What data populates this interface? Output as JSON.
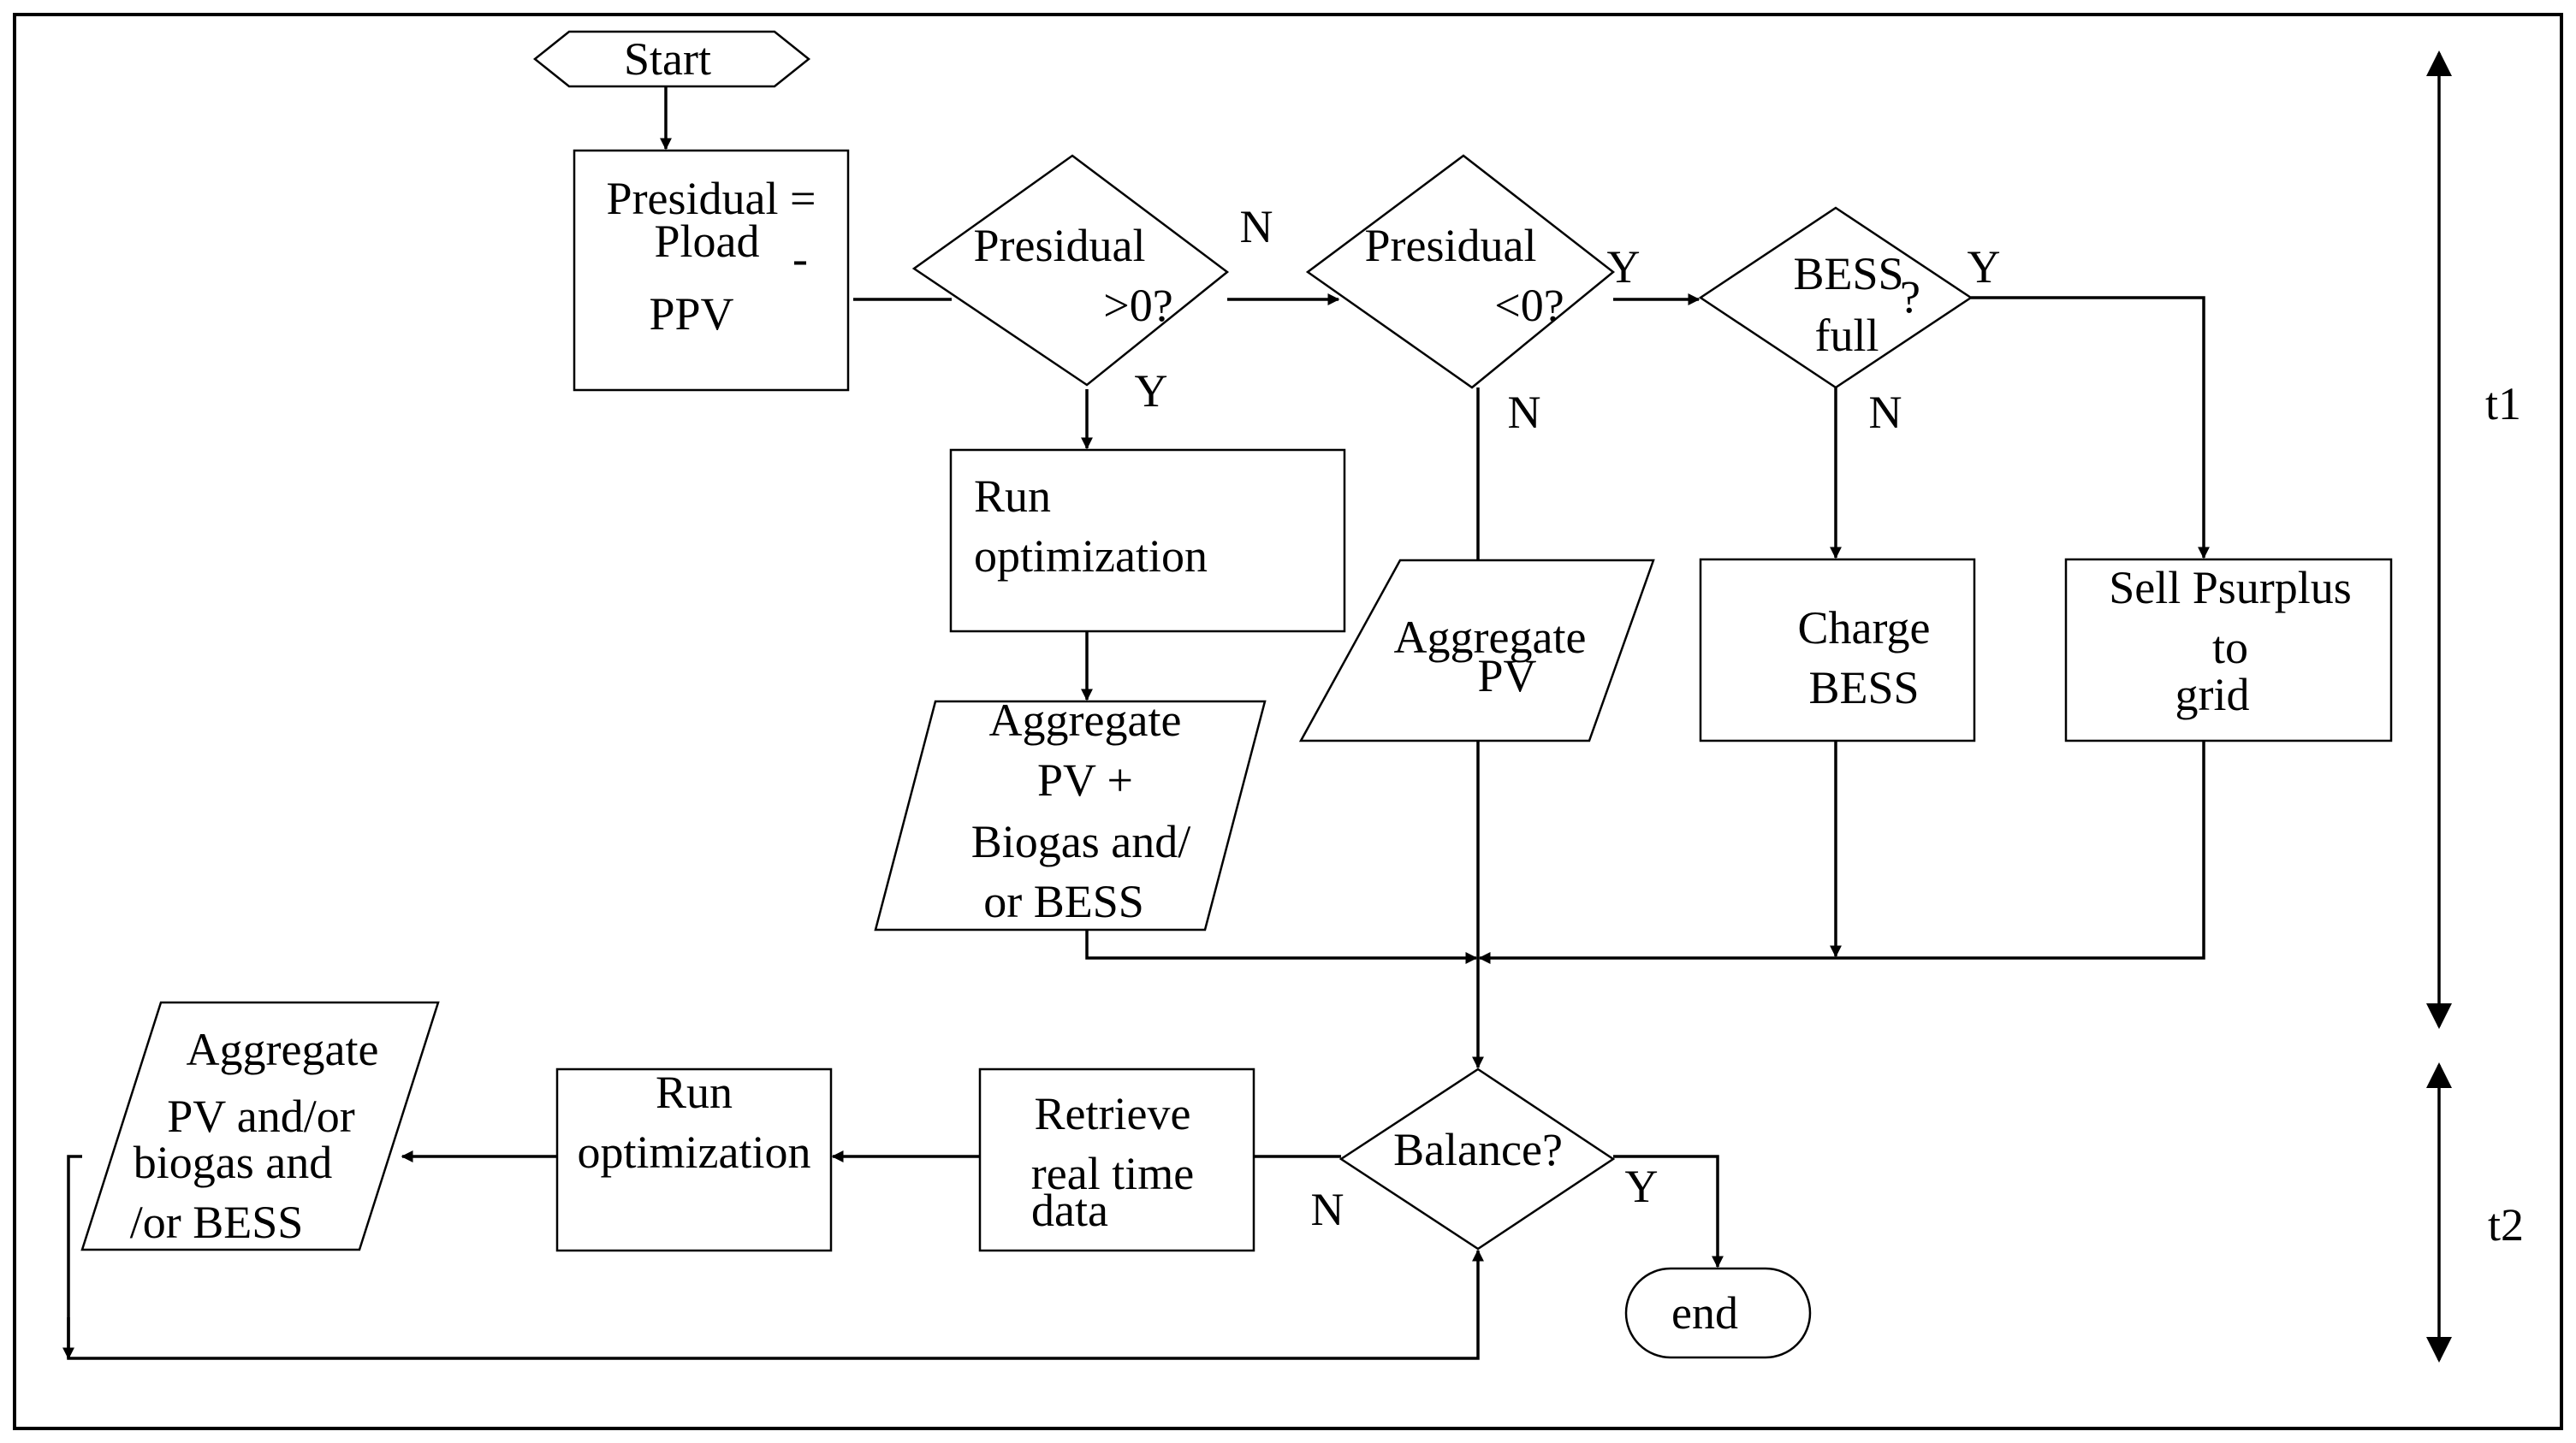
{
  "flowchart": {
    "start": "Start",
    "residual_box": {
      "line1": "Presidual  =",
      "line2": "Pload",
      "minus": "-",
      "line3": "PPV"
    },
    "decision_positive": {
      "line1": "Presidual",
      "line2": ">0?"
    },
    "decision_negative": {
      "line1": "Presidual",
      "line2": "<0?"
    },
    "decision_bess_full": {
      "line1": "BESS",
      "qmark": "?",
      "line2": "full"
    },
    "run_optimization_top": {
      "line1": "Run",
      "line2": "optimization"
    },
    "aggregate_pv_biogas_bess": {
      "line1": "Aggregate",
      "line2": "PV +",
      "line3": "Biogas and/",
      "line4": "or BESS"
    },
    "aggregate_pv": {
      "line1": "Aggregate",
      "line2": "PV"
    },
    "charge_bess": {
      "line1": "Charge",
      "line2": "BESS"
    },
    "sell_surplus": {
      "line1": "Sell Psurplus",
      "line2": "to",
      "line3": "grid"
    },
    "decision_balance": "Balance?",
    "end": "end",
    "retrieve_data": {
      "line1": "Retrieve",
      "line2": "real time",
      "line3": "data"
    },
    "run_optimization_bottom": {
      "line1": "Run",
      "line2": "optimization"
    },
    "aggregate_bottom": {
      "line1": "Aggregate",
      "line2": "PV and/or",
      "line3": "biogas and",
      "line4": "/or BESS"
    },
    "labels": {
      "pos_no": "N",
      "pos_yes": "Y",
      "neg_yes": "Y",
      "neg_no": "N",
      "full_yes": "Y",
      "full_no": "N",
      "bal_no": "N",
      "bal_yes": "Y"
    },
    "timeline": {
      "t1": "t1",
      "t2": "t2"
    }
  }
}
